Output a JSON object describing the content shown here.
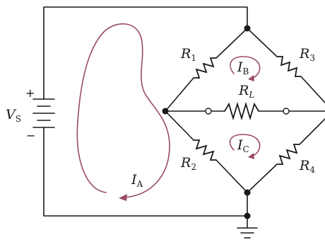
{
  "source": {
    "symbol": "V",
    "subscript": "S",
    "plus": "+",
    "minus": "−"
  },
  "resistors": {
    "r1": {
      "symbol": "R",
      "subscript": "1"
    },
    "r2": {
      "symbol": "R",
      "subscript": "2"
    },
    "r3": {
      "symbol": "R",
      "subscript": "3"
    },
    "r4": {
      "symbol": "R",
      "subscript": "4"
    },
    "rl": {
      "symbol": "R",
      "subscript": "L"
    }
  },
  "loop_currents": {
    "a": {
      "symbol": "I",
      "subscript": "A"
    },
    "b": {
      "symbol": "I",
      "subscript": "B"
    },
    "c": {
      "symbol": "I",
      "subscript": "C"
    }
  },
  "colors": {
    "wire": "#1a1a1a",
    "loop_current": "#9a4a6a",
    "background": "#ffffff"
  }
}
